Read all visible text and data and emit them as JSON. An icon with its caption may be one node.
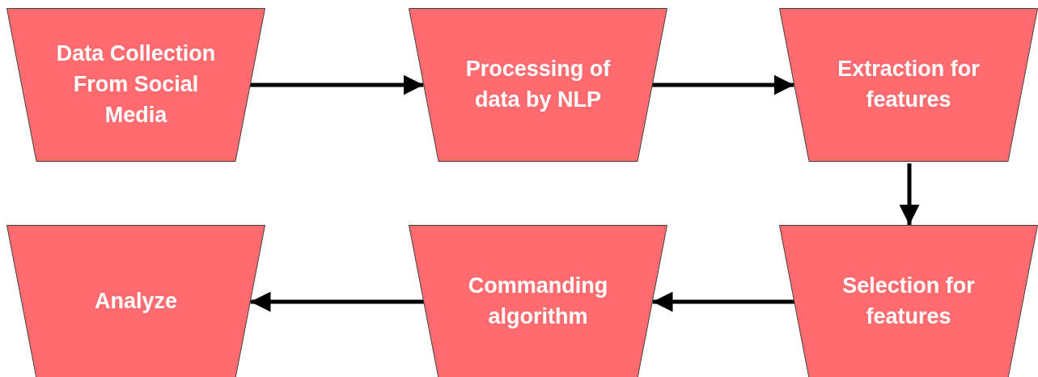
{
  "diagram": {
    "nodes": [
      {
        "text": [
          "Data Collection From Social Media"
        ]
      },
      {
        "text": [
          "Processing of data by NLP"
        ]
      },
      {
        "text": [
          "Extraction for features"
        ]
      },
      {
        "text": [
          "Selection for features"
        ]
      },
      {
        "text": [
          "Commanding algorithm"
        ]
      },
      {
        "text": [
          "Analyze"
        ]
      }
    ],
    "edges": [
      {
        "from": 0,
        "to": 1,
        "arrow": "to"
      },
      {
        "from": 1,
        "to": 2,
        "arrow": "to"
      },
      {
        "from": 2,
        "to": 3,
        "arrow": "to"
      },
      {
        "from": 3,
        "to": 4,
        "arrow": "to"
      },
      {
        "from": 4,
        "to": 5,
        "arrow": "to"
      }
    ]
  }
}
